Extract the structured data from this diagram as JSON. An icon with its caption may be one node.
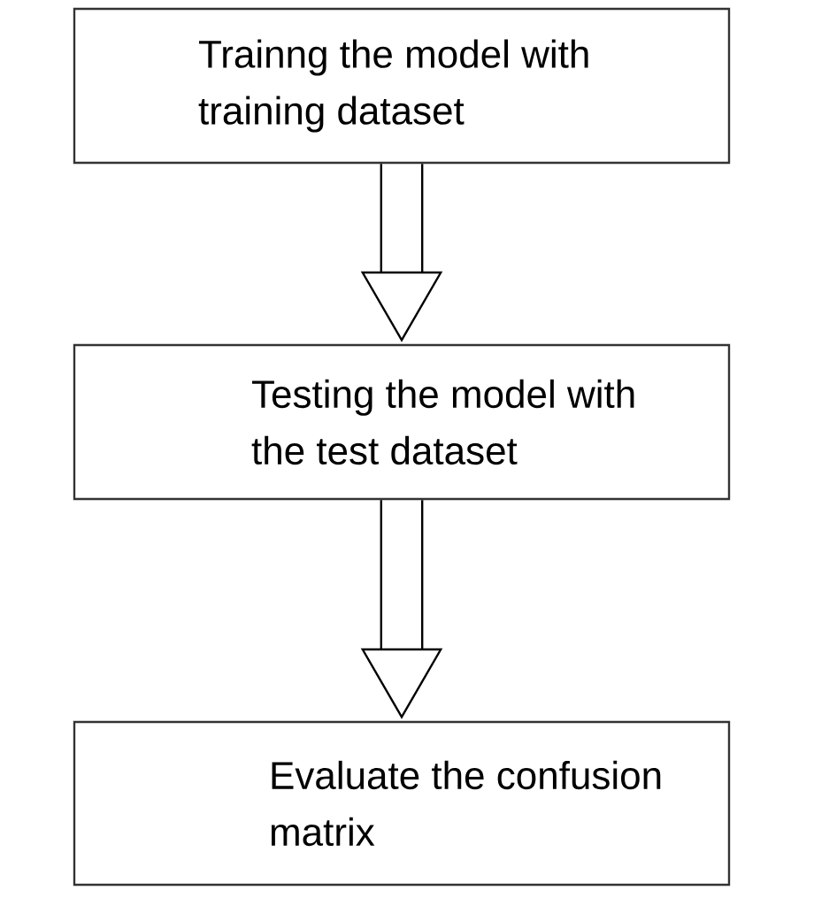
{
  "diagram": {
    "nodes": [
      {
        "text": [
          "Trainng the model with training dataset"
        ]
      },
      {
        "text": [
          "Testing the model with the test dataset"
        ]
      },
      {
        "text": [
          "Evaluate the confusion matrix"
        ]
      }
    ],
    "edges": [
      {
        "from": 0,
        "to": 1,
        "arrow": "to"
      },
      {
        "from": 1,
        "to": 2,
        "arrow": "to"
      }
    ]
  }
}
